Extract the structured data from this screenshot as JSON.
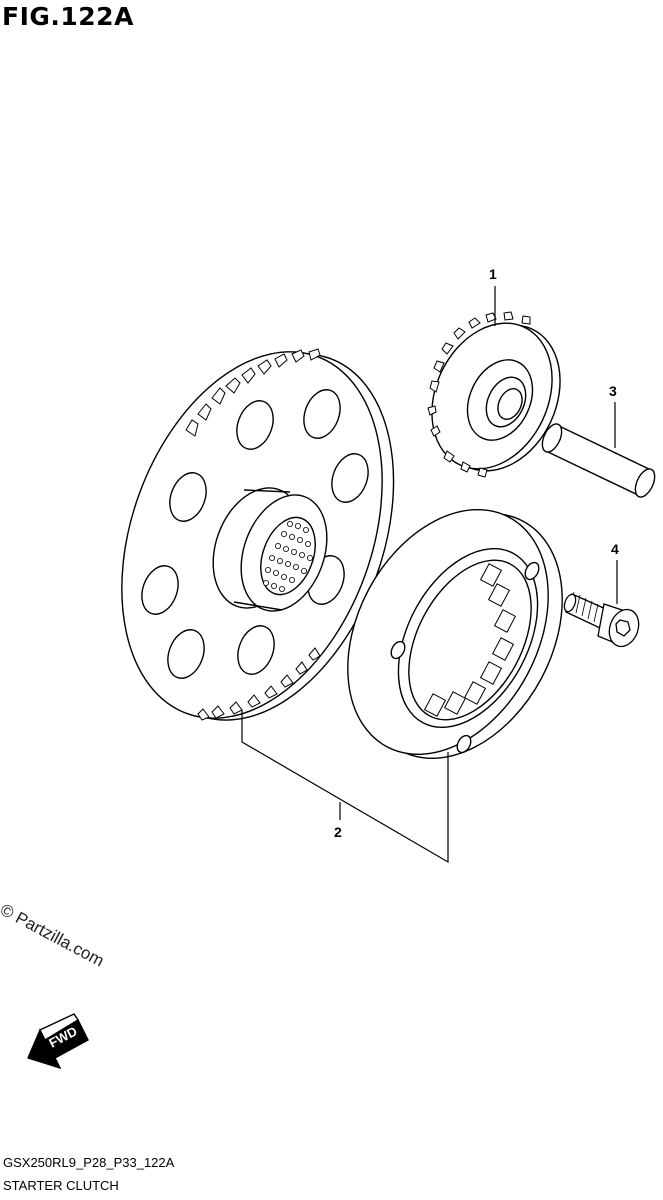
{
  "figure": {
    "title": "FIG.122A",
    "footer_code": "GSX250RL9_P28_P33_122A",
    "footer_name": "STARTER CLUTCH"
  },
  "callouts": [
    {
      "id": "1"
    },
    {
      "id": "2"
    },
    {
      "id": "3"
    },
    {
      "id": "4"
    }
  ],
  "watermark": "© Partzilla.com",
  "direction_badge": "FWD",
  "colors": {
    "ink": "#000000",
    "paper": "#ffffff"
  }
}
